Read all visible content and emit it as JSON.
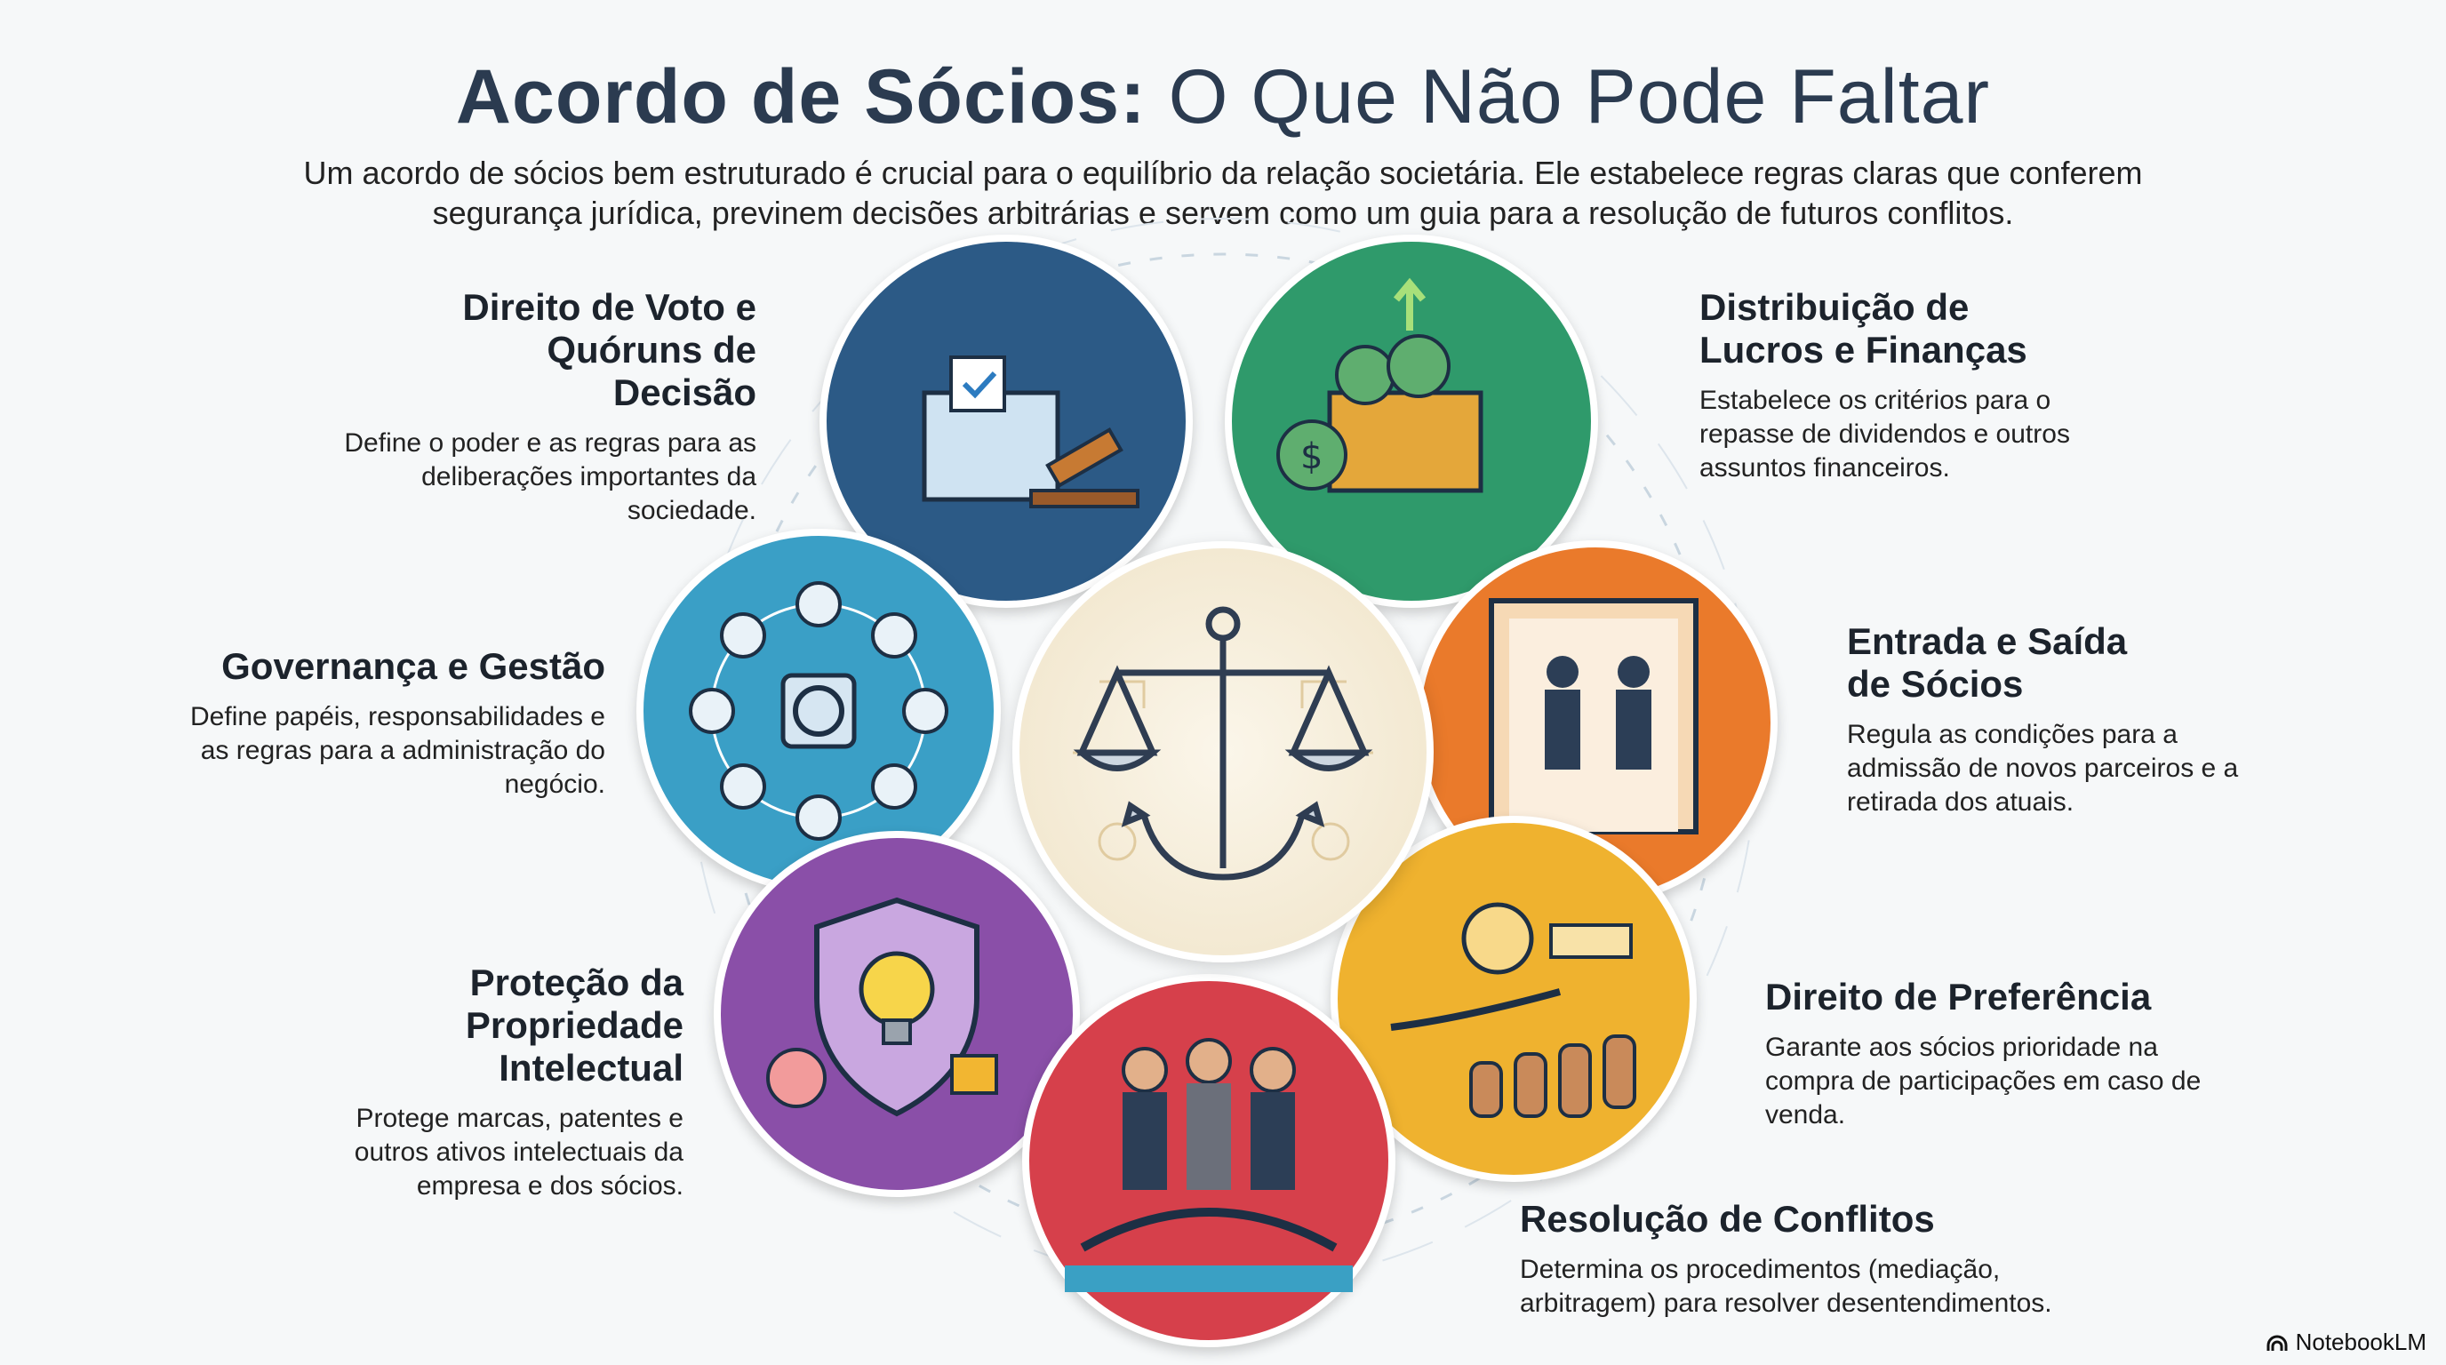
{
  "title": {
    "bold": "Acordo de Sócios:",
    "rest": "O Que Não Pode Faltar"
  },
  "subtitle": "Um acordo de sócios bem estruturado é crucial para o equilíbrio da relação societária. Ele estabelece regras claras que conferem segurança jurídica, previnem decisões arbitrárias e servem como um guia para a resolução de futuros conflitos.",
  "center": {
    "icon": "scales-anchor-icon"
  },
  "sections": [
    {
      "heading": "Direito de Voto e Quóruns de Decisão",
      "text": "Define o poder e as regras para as deliberações importantes da sociedade.",
      "color": "#2c5a86",
      "icon": "ballot-box-gavel-icon"
    },
    {
      "heading": "Distribuição de Lucros e Finanças",
      "text": "Estabelece os critérios para o repasse de dividendos e outros assuntos financeiros.",
      "color": "#2f9a6b",
      "icon": "money-bags-chest-icon"
    },
    {
      "heading": "Governança e Gestão",
      "text": "Define papéis, responsabilidades e as regras para a administração do negócio.",
      "color": "#3a9fc6",
      "icon": "network-steering-wheel-icon"
    },
    {
      "heading": "Entrada e Saída de Sócios",
      "text": "Regula as condições para a admissão de novos parceiros e a retirada dos atuais.",
      "color": "#ea7a2b",
      "icon": "door-handshake-icon"
    },
    {
      "heading": "Proteção da Propriedade Intelectual",
      "text": "Protege marcas, patentes e outros ativos intelectuais da empresa e dos sócios.",
      "color": "#8a4fa8",
      "icon": "shield-lightbulb-icon"
    },
    {
      "heading": "Direito de Preferência",
      "text": "Garante aos sócios prioridade na compra de participações em caso de venda.",
      "color": "#efb22f",
      "icon": "hand-share-raised-hands-icon"
    },
    {
      "heading": "Resolução de Conflitos",
      "text": "Determina os procedimentos (mediação, arbitragem) para resolver desentendimentos.",
      "color": "#d6404b",
      "icon": "handshake-bridge-icon"
    }
  ],
  "branding": {
    "logo_text": "NotebookLM",
    "icon": "notebooklm-icon"
  }
}
